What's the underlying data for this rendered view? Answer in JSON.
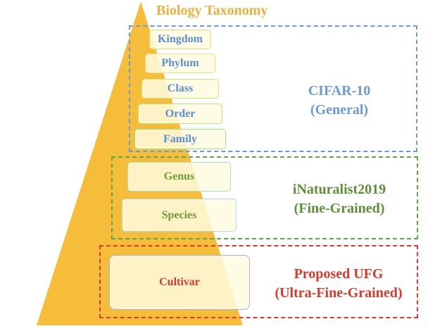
{
  "title": "Biology Taxonomy",
  "colors": {
    "pyramid": "#f5bd3a",
    "general": "#6b9ad6",
    "fine": "#5aa84a",
    "ultra": "#e03a2f",
    "label_text_general": "#5b8fd0",
    "label_text_fine": "#6d9a3a",
    "label_text_ultra": "#d8392b"
  },
  "levels": [
    {
      "label": "Kingdom"
    },
    {
      "label": "Phylum"
    },
    {
      "label": "Class"
    },
    {
      "label": "Order"
    },
    {
      "label": "Family"
    },
    {
      "label": "Genus"
    },
    {
      "label": "Species"
    },
    {
      "label": "Cultivar"
    }
  ],
  "groups": {
    "general": {
      "line1": "CIFAR-10",
      "line2": "(General)"
    },
    "fine": {
      "line1": "iNaturalist2019",
      "line2": "(Fine-Grained)"
    },
    "ultra": {
      "line1": "Proposed UFG",
      "line2": "(Ultra-Fine-Grained)"
    }
  }
}
